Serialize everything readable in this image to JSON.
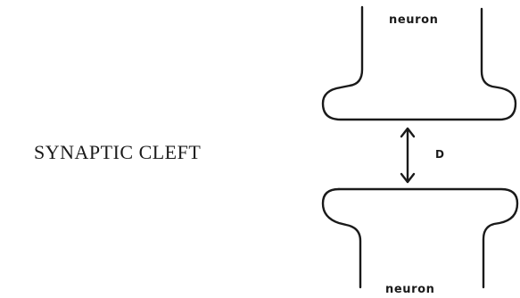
{
  "diagram": {
    "title": "SYNAPTIC CLEFT",
    "top_neuron_label": "neuron",
    "bottom_neuron_label": "neuron",
    "distance_label": "D"
  }
}
